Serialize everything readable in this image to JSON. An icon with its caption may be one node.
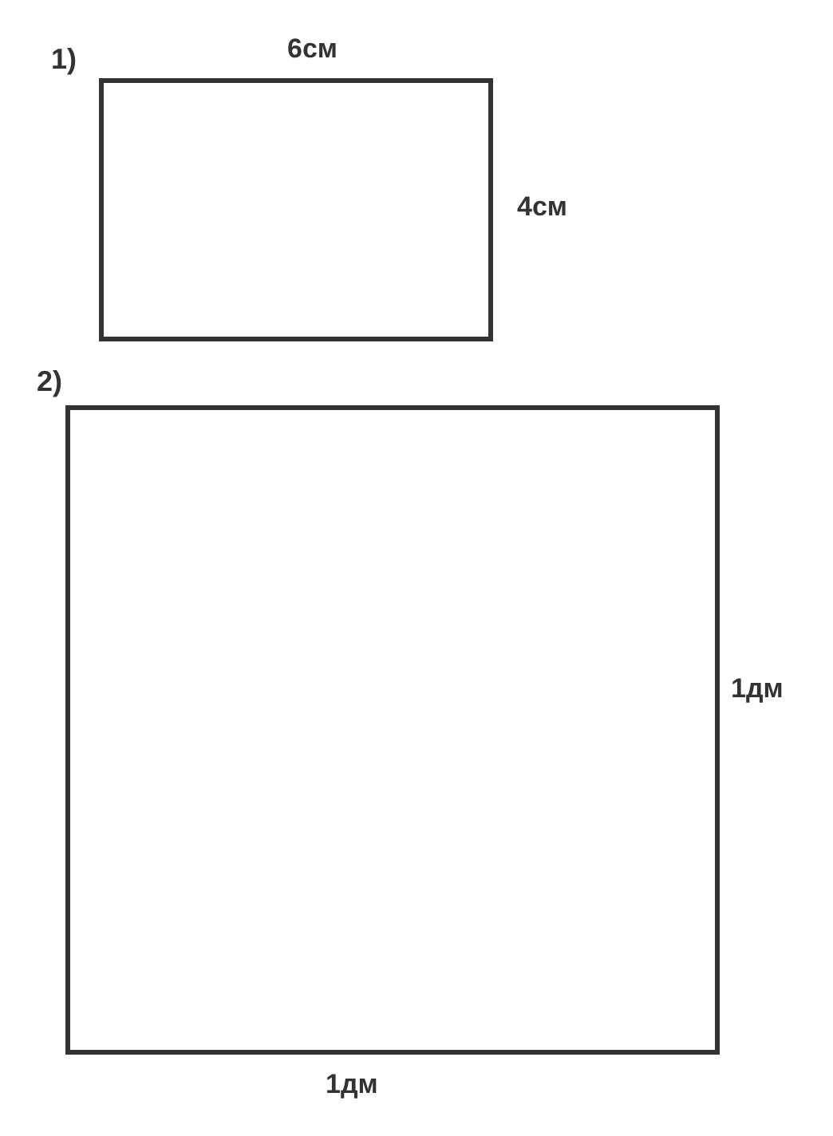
{
  "diagram": {
    "nodes": [
      {
        "text": [],
        "shape": "box",
        "beside": [
          "6см",
          "4см"
        ]
      },
      {
        "text": [],
        "shape": "box",
        "beside": [
          "1дм",
          "1дм"
        ]
      }
    ],
    "labels": [
      "1)",
      "2)"
    ]
  }
}
